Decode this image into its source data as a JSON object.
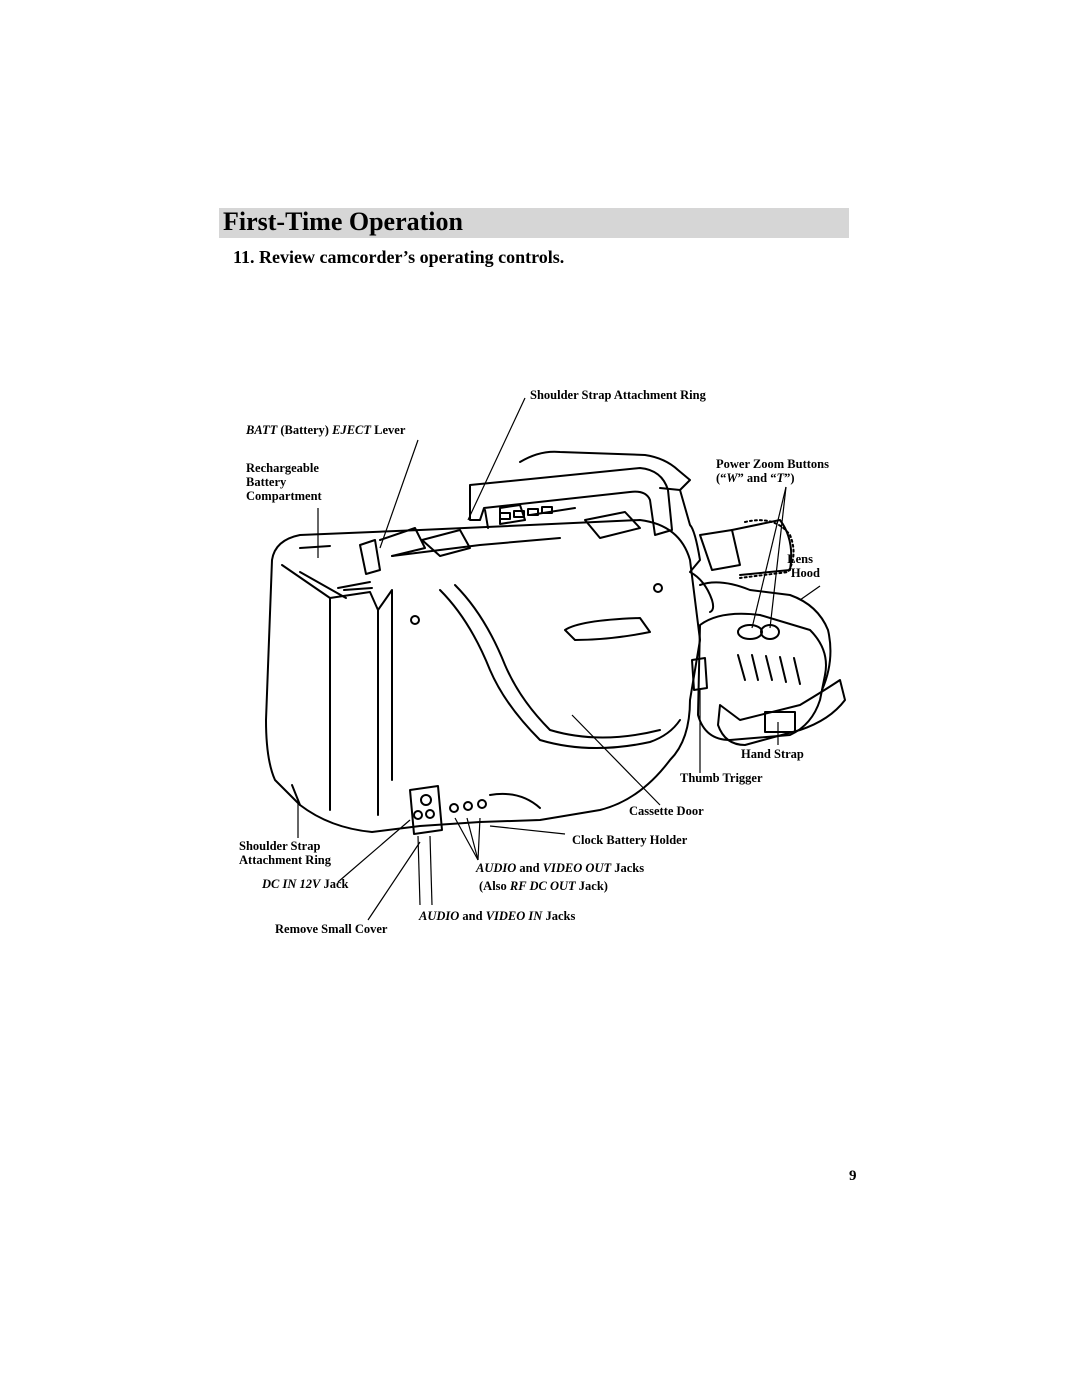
{
  "header": {
    "title": "First-Time Operation"
  },
  "step": {
    "text": "11. Review camcorder’s operating controls."
  },
  "labels": {
    "shoulder_ring_top": "Shoulder Strap Attachment Ring",
    "batt_eject": {
      "a": "BATT",
      "b": " (Battery) ",
      "c": "EJECT",
      "d": " Lever"
    },
    "battery_compartment": [
      "Rechargeable",
      "Battery",
      "Compartment"
    ],
    "power_zoom": {
      "line1": "Power Zoom Buttons",
      "l2a": "(“",
      "l2b": "W",
      "l2c": "” and “",
      "l2d": "T",
      "l2e": "”)"
    },
    "lens_hood": [
      "Lens",
      "Hood"
    ],
    "hand_strap": "Hand Strap",
    "thumb_trigger": "Thumb Trigger",
    "cassette_door": "Cassette Door",
    "clock_battery": "Clock Battery Holder",
    "shoulder_ring_bottom": [
      "Shoulder Strap",
      "Attachment Ring"
    ],
    "dc_in": {
      "a": "DC IN 12V",
      "b": " Jack"
    },
    "av_out": {
      "a": "AUDIO",
      "b": " and ",
      "c": "VIDEO OUT",
      "d": " Jacks"
    },
    "rf_out": {
      "a": "(Also ",
      "b": "RF DC OUT",
      "c": " Jack)"
    },
    "av_in": {
      "a": "AUDIO",
      "b": " and ",
      "c": "VIDEO IN",
      "d": " Jacks"
    },
    "small_cover": "Remove Small Cover"
  },
  "page_number": "9"
}
